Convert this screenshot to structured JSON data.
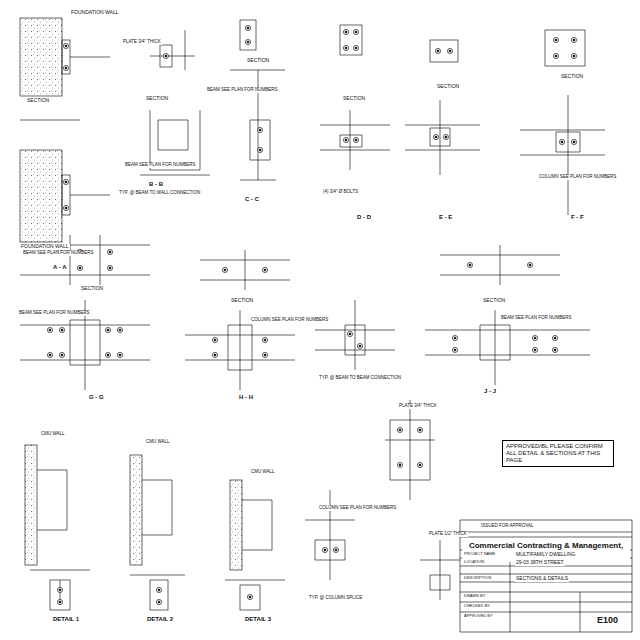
{
  "diagram": {
    "nodes": [
      {
        "text": [
          "APPROVED/BL PLEASE CONFIRM ALL DETAIL & SECTIONS AT THIS PAGE"
        ]
      },
      {
        "text": [
          "Commercial Contracting & Management, Inc"
        ]
      }
    ],
    "labels": [
      "FOUNDATION WALL",
      "SECTION",
      "FOUNDATION WALL",
      "BEAM SEE PLAN FOR NUMBERS",
      "A - A",
      "SECTION",
      "PLATE 3/4\" THICK",
      "BEAM SEE PLAN FOR NUMBERS",
      "B - B",
      "TYP. @ BEAM TO WALL CONNECTION",
      "SECTION",
      "C - C",
      "BEAM SEE PLAN FOR NUMBERS",
      "SECTION",
      "D - D",
      "(4) 3/4\" Ø BOLTS",
      "SECTION",
      "E - E",
      "SECTION",
      "F - F",
      "COLUMN SEE PLAN FOR NUMBERS",
      "SECTION",
      "G - G",
      "BEAM SEE PLAN FOR NUMBERS",
      "SECTION",
      "H - H",
      "COLUMN SEE PLAN FOR NUMBERS",
      "TYP. @ BEAM TO BEAM CONNECTION",
      "SECTION",
      "J - J",
      "BEAM SEE PLAN FOR NUMBERS",
      "CMU WALL",
      "DETAIL 1",
      "CMU WALL",
      "DETAIL 2",
      "CMU WALL",
      "DETAIL 3",
      "TYP. @ COLUMN SPLICE",
      "PLATE 3/4\" THICK",
      "COLUMN SEE PLAN FOR NUMBERS",
      "PLATE 1/2\" THICK",
      "ISSUED FOR APPROVAL",
      "PROJECT NAME",
      "MULTIFAMILY DWELLING",
      "LOCATION",
      "29-03 38TH STREET",
      "DESCRIPTION",
      "SECTIONS & DETAILS",
      "DRAWN BY",
      "CHECKED BY",
      "APPROVED BY",
      "E100"
    ]
  }
}
